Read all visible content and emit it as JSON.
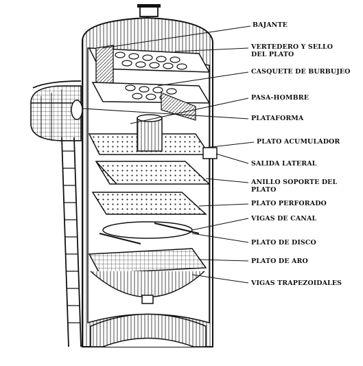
{
  "diagram": {
    "subject": "distillation column cutaway",
    "labels": [
      {
        "id": "bajante",
        "text": "BAJANTE"
      },
      {
        "id": "vertedero",
        "text": "VERTEDERO Y SELLO\nDEL PLATO"
      },
      {
        "id": "casquete",
        "text": "CASQUETE DE BURBUJEO"
      },
      {
        "id": "pasa_hombre",
        "text": "PASA-HOMBRE"
      },
      {
        "id": "plataforma",
        "text": "PLATAFORMA"
      },
      {
        "id": "plato_acumulador",
        "text": "PLATO ACUMULADOR"
      },
      {
        "id": "salida_lateral",
        "text": "SALIDA LATERAL"
      },
      {
        "id": "anillo_soporte",
        "text": "ANILLO SOPORTE DEL PLATO"
      },
      {
        "id": "plato_perforado",
        "text": "PLATO PERFORADO"
      },
      {
        "id": "vigas_canal",
        "text": "VIGAS DE CANAL"
      },
      {
        "id": "plato_disco",
        "text": "PLATO DE DISCO"
      },
      {
        "id": "plato_aro",
        "text": "PLATO DE ARO"
      },
      {
        "id": "vigas_trapezoidales",
        "text": "VIGAS TRAPEZOIDALES"
      }
    ],
    "colors": {
      "ink": "#111111",
      "paper": "#ffffff",
      "shade": "#444444"
    }
  }
}
